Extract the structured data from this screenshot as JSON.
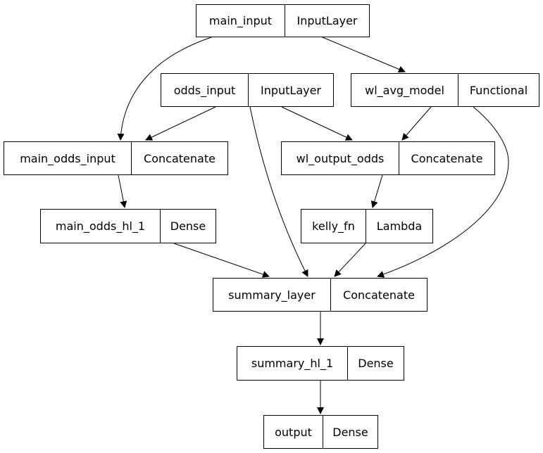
{
  "nodes": {
    "main_input": {
      "name": "main_input",
      "type": "InputLayer"
    },
    "odds_input": {
      "name": "odds_input",
      "type": "InputLayer"
    },
    "wl_avg_model": {
      "name": "wl_avg_model",
      "type": "Functional"
    },
    "main_odds_input": {
      "name": "main_odds_input",
      "type": "Concatenate"
    },
    "wl_output_odds": {
      "name": "wl_output_odds",
      "type": "Concatenate"
    },
    "main_odds_hl_1": {
      "name": "main_odds_hl_1",
      "type": "Dense"
    },
    "kelly_fn": {
      "name": "kelly_fn",
      "type": "Lambda"
    },
    "summary_layer": {
      "name": "summary_layer",
      "type": "Concatenate"
    },
    "summary_hl_1": {
      "name": "summary_hl_1",
      "type": "Dense"
    },
    "output": {
      "name": "output",
      "type": "Dense"
    }
  },
  "edges": [
    {
      "from": "main_input",
      "to": "main_odds_input"
    },
    {
      "from": "main_input",
      "to": "wl_avg_model"
    },
    {
      "from": "odds_input",
      "to": "main_odds_input"
    },
    {
      "from": "odds_input",
      "to": "wl_output_odds"
    },
    {
      "from": "odds_input",
      "to": "summary_layer"
    },
    {
      "from": "wl_avg_model",
      "to": "wl_output_odds"
    },
    {
      "from": "wl_avg_model",
      "to": "summary_layer"
    },
    {
      "from": "main_odds_input",
      "to": "main_odds_hl_1"
    },
    {
      "from": "wl_output_odds",
      "to": "kelly_fn"
    },
    {
      "from": "main_odds_hl_1",
      "to": "summary_layer"
    },
    {
      "from": "kelly_fn",
      "to": "summary_layer"
    },
    {
      "from": "summary_layer",
      "to": "summary_hl_1"
    },
    {
      "from": "summary_hl_1",
      "to": "output"
    }
  ]
}
